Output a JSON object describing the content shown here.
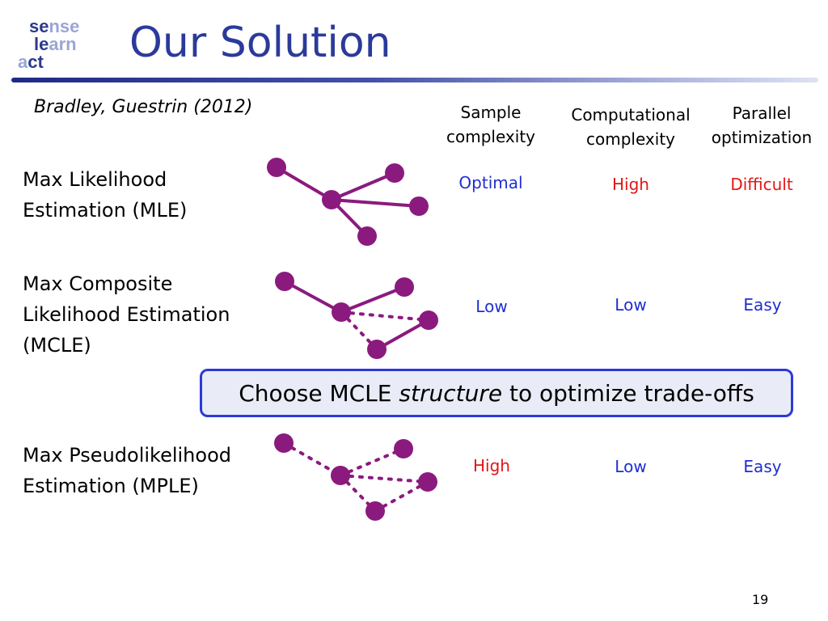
{
  "logo": {
    "line1_a": "se",
    "line1_b": "nse",
    "line2_a": "le",
    "line2_b": "arn",
    "line3_a": "a",
    "line3_b": "ct"
  },
  "title": "Our Solution",
  "citation": "Bradley, Guestrin (2012)",
  "columns": [
    {
      "line1": "Sample",
      "line2": "complexity"
    },
    {
      "line1": "Computational",
      "line2": "complexity"
    },
    {
      "line1": "Parallel",
      "line2": "optimization"
    }
  ],
  "rows": [
    {
      "label_lines": [
        "Max Likelihood",
        "Estimation (MLE)"
      ],
      "values": [
        "Optimal",
        "High",
        "Difficult"
      ],
      "colors": [
        "blue",
        "red",
        "red"
      ]
    },
    {
      "label_lines": [
        "Max Composite",
        "Likelihood Estimation",
        "(MCLE)"
      ],
      "values": [
        "Low",
        "Low",
        "Easy"
      ],
      "colors": [
        "blue",
        "blue",
        "blue"
      ]
    },
    {
      "label_lines": [
        "Max Pseudolikelihood",
        "Estimation (MPLE)"
      ],
      "values": [
        "High",
        "Low",
        "Easy"
      ],
      "colors": [
        "red",
        "blue",
        "blue"
      ]
    }
  ],
  "callout": {
    "before": "Choose MCLE ",
    "emph": "structure",
    "after": " to optimize trade-offs"
  },
  "colors": {
    "title": "#2b3a9a",
    "node": "#8b1a7e",
    "blue_text": "#1f2fd0",
    "red_text": "#e41515",
    "callout_border": "#2b3ad6"
  },
  "page_number": "19"
}
